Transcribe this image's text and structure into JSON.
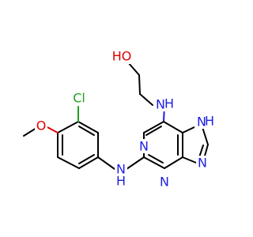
{
  "molecule": {
    "colors": {
      "carbon_bond": "#000000",
      "nitrogen": "#1f1fe0",
      "oxygen": "#e00000",
      "chlorine": "#1fa01f"
    },
    "labels": {
      "hydroxyl": "HO",
      "amine_top": "N",
      "amine_top_h": "H",
      "ring_n_left": "N",
      "ring_n_bottom": "N",
      "imidazole_nh": "N",
      "imidazole_nh_h": "H",
      "imidazole_n": "N",
      "amine_bottom": "N",
      "amine_bottom_h": "H",
      "chloro": "Cl",
      "methoxy_o": "O"
    }
  }
}
